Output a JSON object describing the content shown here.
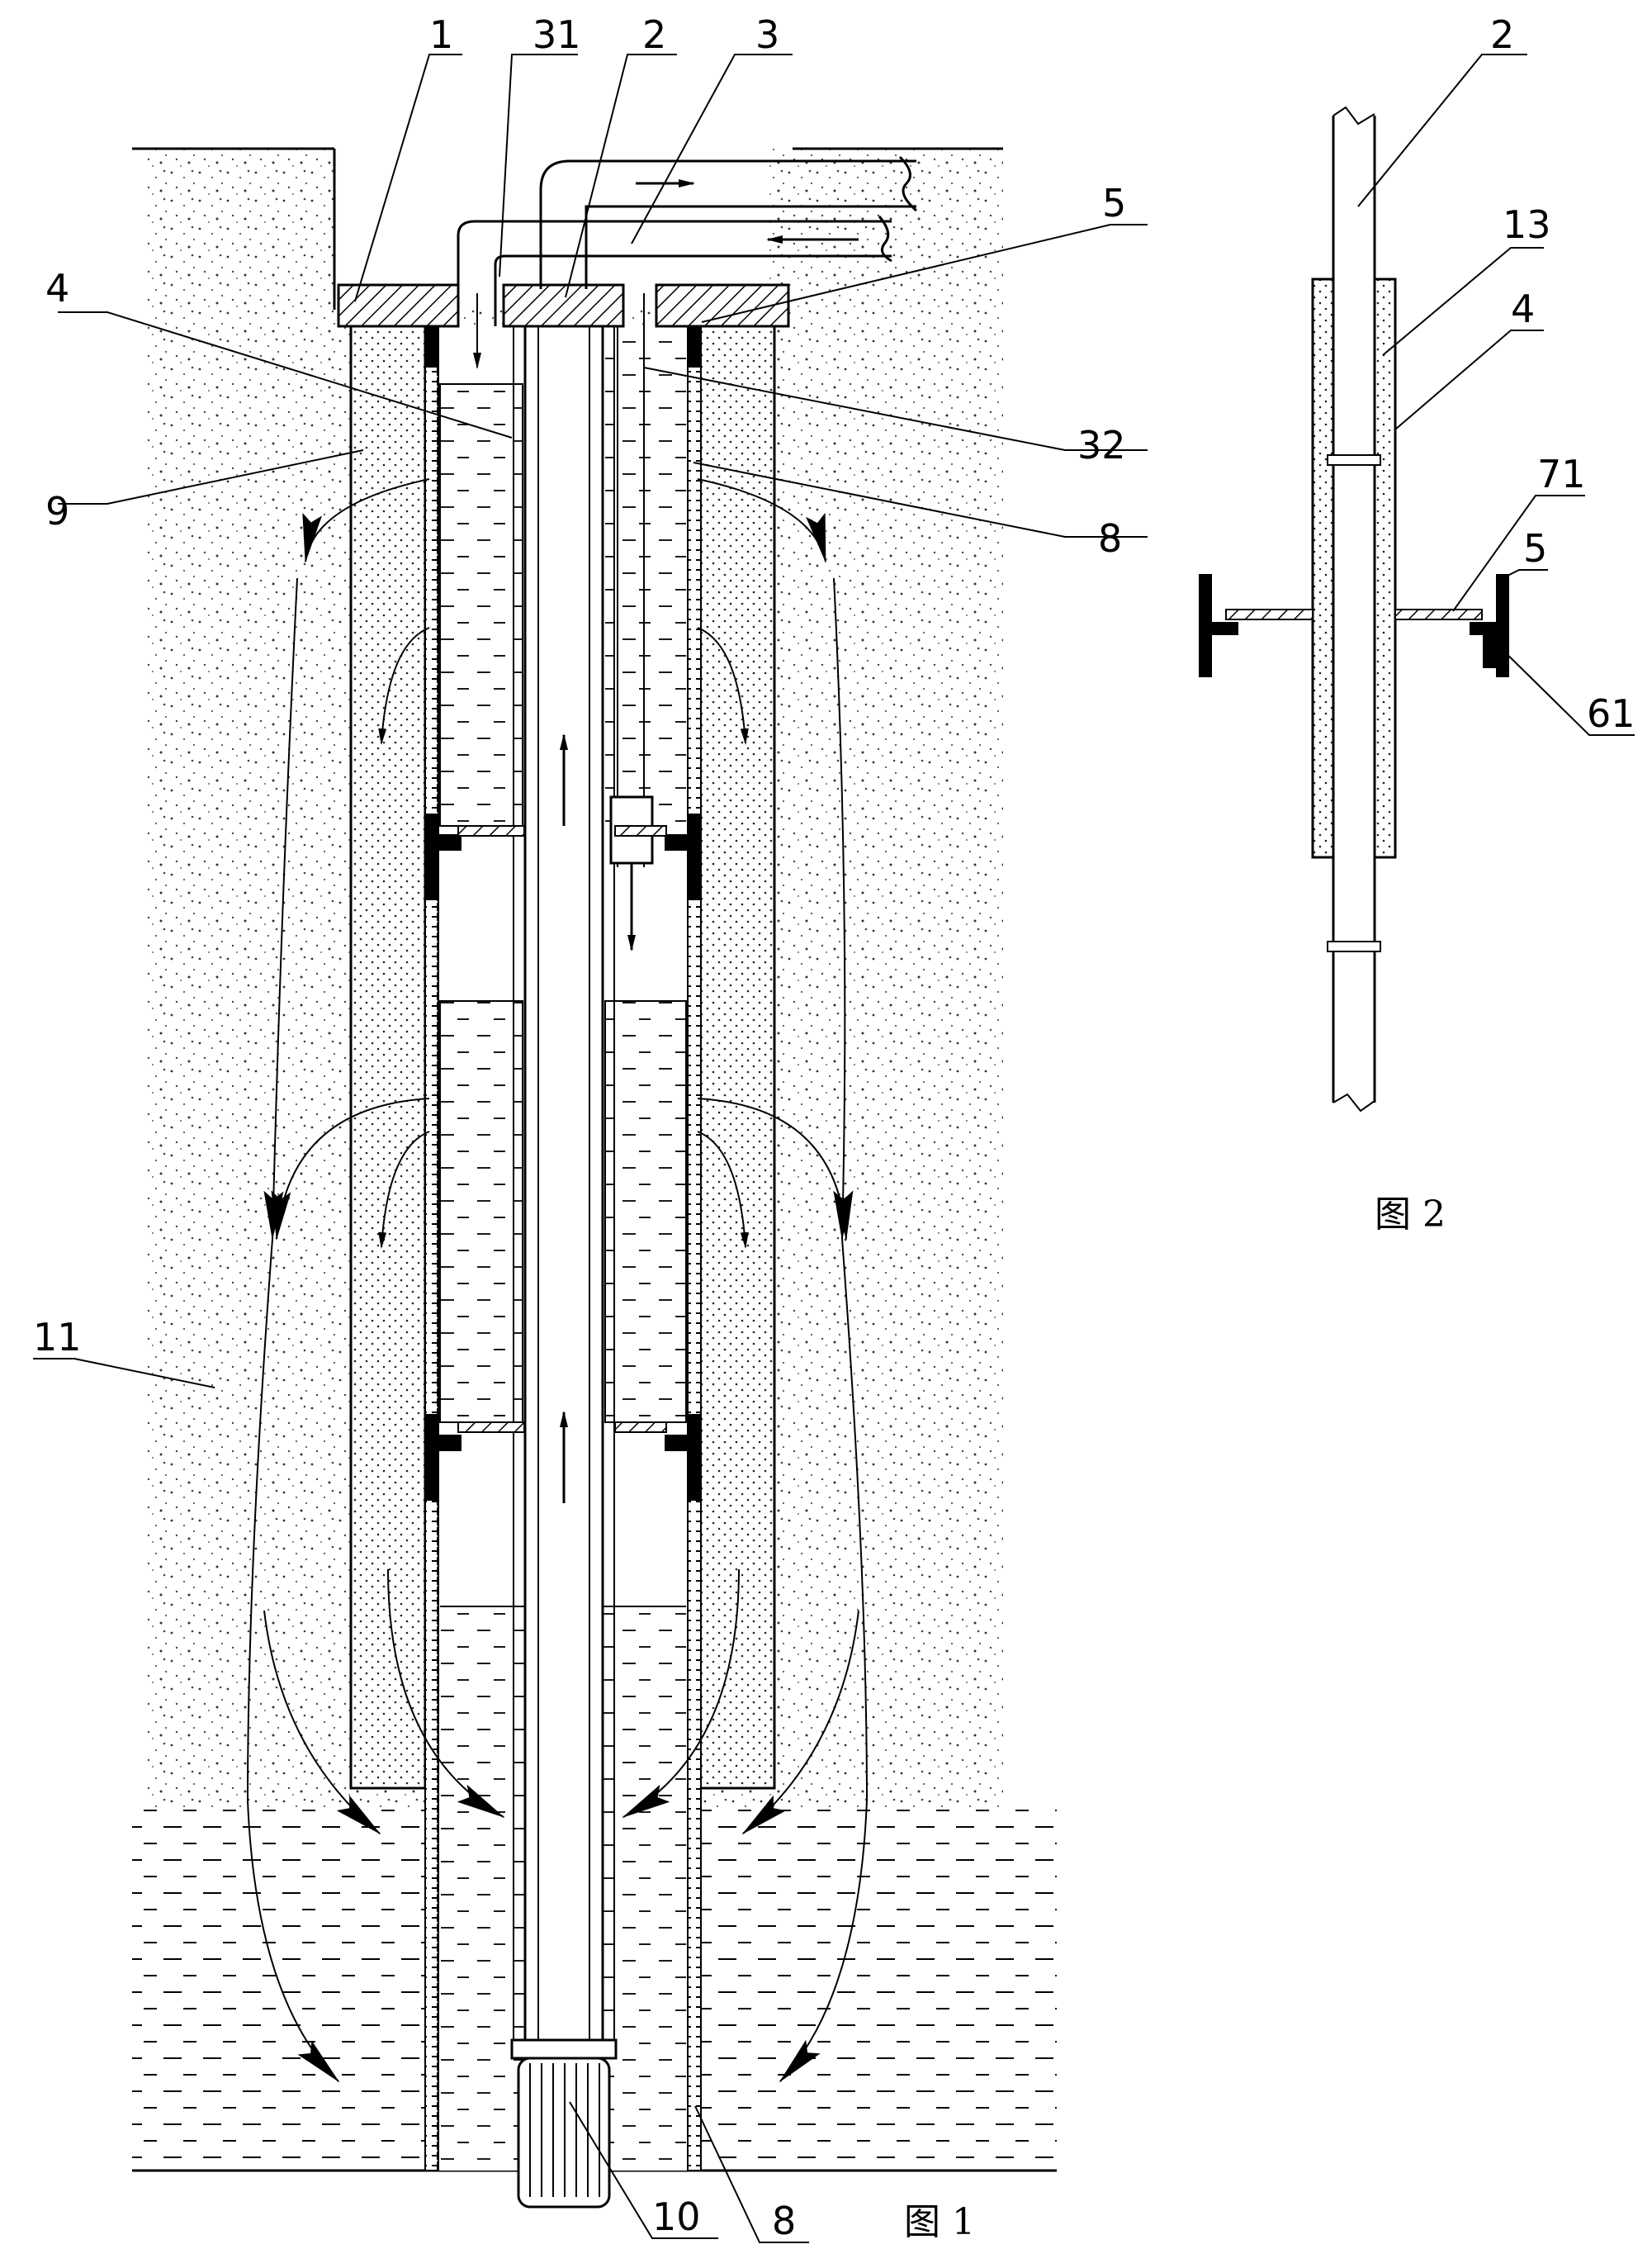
{
  "figure1": {
    "caption": "图 1",
    "labels": {
      "l1": "1",
      "l31": "31",
      "l2": "2",
      "l3": "3",
      "l5": "5",
      "l4": "4",
      "l32": "32",
      "l9": "9",
      "l8a": "8",
      "l11": "11",
      "l10": "10",
      "l8b": "8"
    }
  },
  "figure2": {
    "caption": "图 2",
    "labels": {
      "l2": "2",
      "l13": "13",
      "l4": "4",
      "l71": "71",
      "l5": "5",
      "l61": "61"
    }
  }
}
